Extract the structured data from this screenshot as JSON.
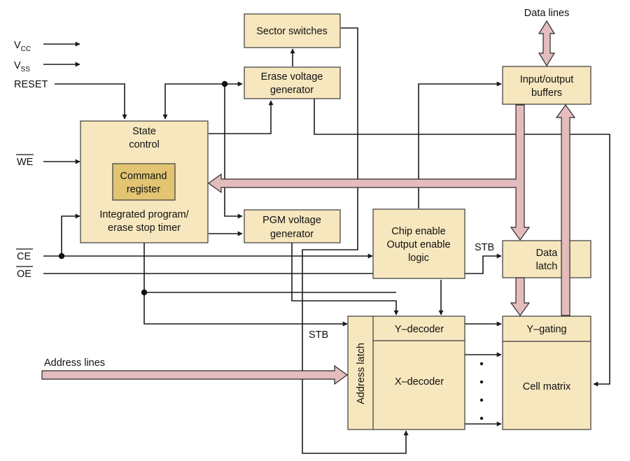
{
  "diagram": {
    "blocks": {
      "sector_switches": "Sector switches",
      "erase_voltage_1": "Erase voltage",
      "erase_voltage_2": "generator",
      "state_control_1": "State",
      "state_control_2": "control",
      "command_register_1": "Command",
      "command_register_2": "register",
      "timer_1": "Integrated program/",
      "timer_2": "erase stop timer",
      "pgm_voltage_1": "PGM voltage",
      "pgm_voltage_2": "generator",
      "chip_enable_1": "Chip enable",
      "chip_enable_2": "Output enable",
      "chip_enable_3": "logic",
      "io_buffers_1": "Input/output",
      "io_buffers_2": "buffers",
      "data_latch_1": "Data",
      "data_latch_2": "latch",
      "y_decoder": "Y–decoder",
      "x_decoder": "X–decoder",
      "address_latch": "Address latch",
      "y_gating": "Y–gating",
      "cell_matrix": "Cell matrix"
    },
    "signals": {
      "vcc_main": "V",
      "vcc_sub": "CC",
      "vss_main": "V",
      "vss_sub": "SS",
      "reset": "RESET",
      "we": "WE",
      "ce": "CE",
      "oe": "OE",
      "stb_top": "STB",
      "stb_bottom": "STB",
      "address_lines": "Address lines",
      "data_lines": "Data lines"
    }
  }
}
